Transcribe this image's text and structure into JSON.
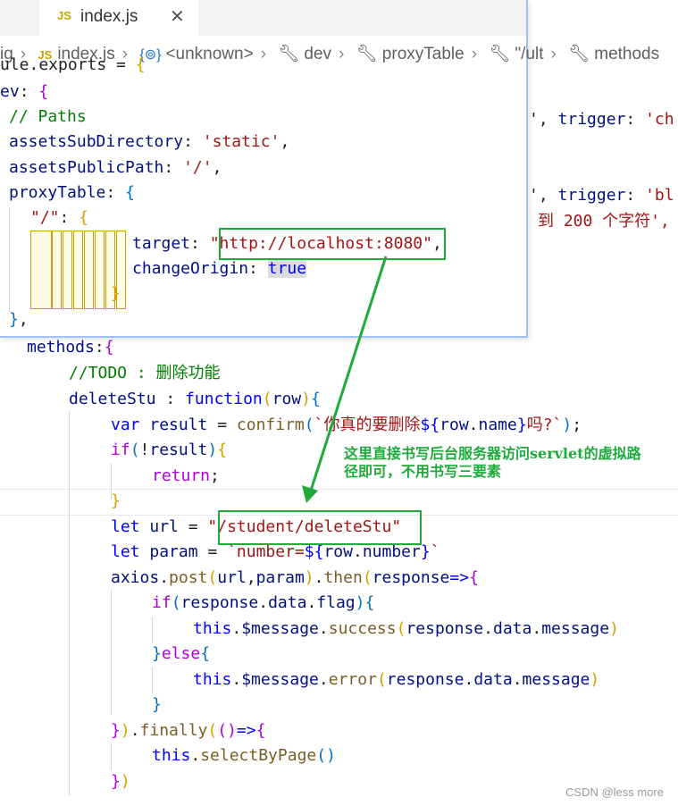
{
  "tab": {
    "icon": "JS",
    "filename": "index.js",
    "close_icon": "close-icon"
  },
  "breadcrumb": [
    {
      "icon": "",
      "label": "ig"
    },
    {
      "icon": "JS",
      "label": "index.js"
    },
    {
      "icon": "{⊚}",
      "label": "<unknown>"
    },
    {
      "icon": "wrench",
      "label": "dev"
    },
    {
      "icon": "wrench",
      "label": "proxyTable"
    },
    {
      "icon": "wrench",
      "label": "\"/ult"
    },
    {
      "icon": "wrench",
      "label": "methods"
    }
  ],
  "peek_lines": [
    "ule.exports = {",
    "ev: {",
    "  // Paths",
    "  assetsSubDirectory: 'static',",
    "  assetsPublicPath: '/',",
    "  proxyTable: {",
    "    \"/\": {",
    "      target: \"http://localhost:8080\",",
    "      changeOrigin: true",
    "    }",
    "  },",
    "},"
  ],
  "background_fragments": {
    "line1_a": "', trigger: 'ch",
    "line2_a": "', trigger: 'bl",
    "line2_b": "到 200 个字符',"
  },
  "code": {
    "l_methods": "methods:{",
    "l_todo": "//TODO : 删除功能",
    "l_delete": "deleteStu : function(row){",
    "l_confirm": "var result = confirm(`你真的要删除${row.name}吗?`);",
    "l_if": "if(!result){",
    "l_return": "return;",
    "l_close1": "}",
    "l_url": "let url = \"/student/deleteStu\"",
    "l_param": "let param = `number=${row.number}`",
    "l_axios": "axios.post(url,param).then(response=>{",
    "l_if2": "if(response.data.flag){",
    "l_success": "this.$message.success(response.data.message)",
    "l_else": "}else{",
    "l_error": "this.$message.error(response.data.message)",
    "l_close2": "}",
    "l_finally": "}).finally(()=>{",
    "l_select": "this.selectByPage()",
    "l_close3": "})"
  },
  "annotation": {
    "text": "这里直接书写后台服务器访问servlet的虚拟路径即可，不用书写三要素",
    "color": "#1faa3c"
  },
  "watermark": "CSDN @less more"
}
